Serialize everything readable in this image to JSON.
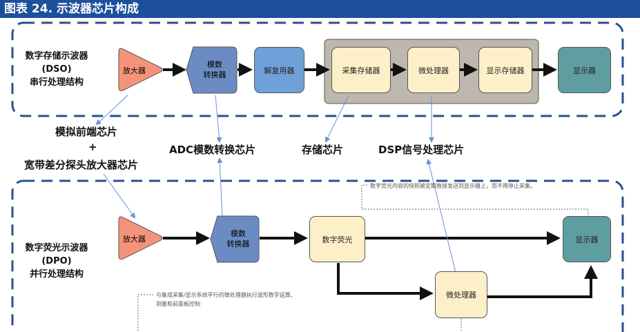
{
  "title": "图表 24. 示波器芯片构成",
  "dso": {
    "label_line1": "数字存储示波器",
    "label_line2": "(DSO)",
    "label_line3": "串行处理结构",
    "amp": "放大器",
    "adc_line1": "模数",
    "adc_line2": "转换器",
    "demux": "解复用器",
    "acq_mem": "采集存储器",
    "mcu": "微处理器",
    "disp_mem": "显示存储器",
    "display": "显示器"
  },
  "chips": {
    "analog_front": "模拟前端芯片",
    "plus": "+",
    "probe_amp": "宽带差分探头放大器芯片",
    "adc": "ADC模数转换芯片",
    "storage": "存储芯片",
    "dsp": "DSP信号处理芯片"
  },
  "dpo": {
    "label_line1": "数字荧光示波器",
    "label_line2": "(DPO)",
    "label_line3": "并行处理结构",
    "amp": "放大器",
    "adc_line1": "模数",
    "adc_line2": "转换器",
    "phosphor": "数字荧光",
    "display": "显示器",
    "mcu": "微处理器",
    "note_top": "数字荧光内容的快照被定期直接发送到显示器上，而不用停止采集。",
    "note_bottom_line1": "与集成采集/显示系统平行的微处理器执行波形数学运算、",
    "note_bottom_line2": "测量和前面板控制"
  },
  "colors": {
    "frame": "#2a4f8f",
    "amp": "#f4937a",
    "adc": "#6a8cc2",
    "demux": "#6fa0d8",
    "memory": "#fdf0c8",
    "display": "#5f9ea0",
    "group": "#bdb7ad"
  }
}
